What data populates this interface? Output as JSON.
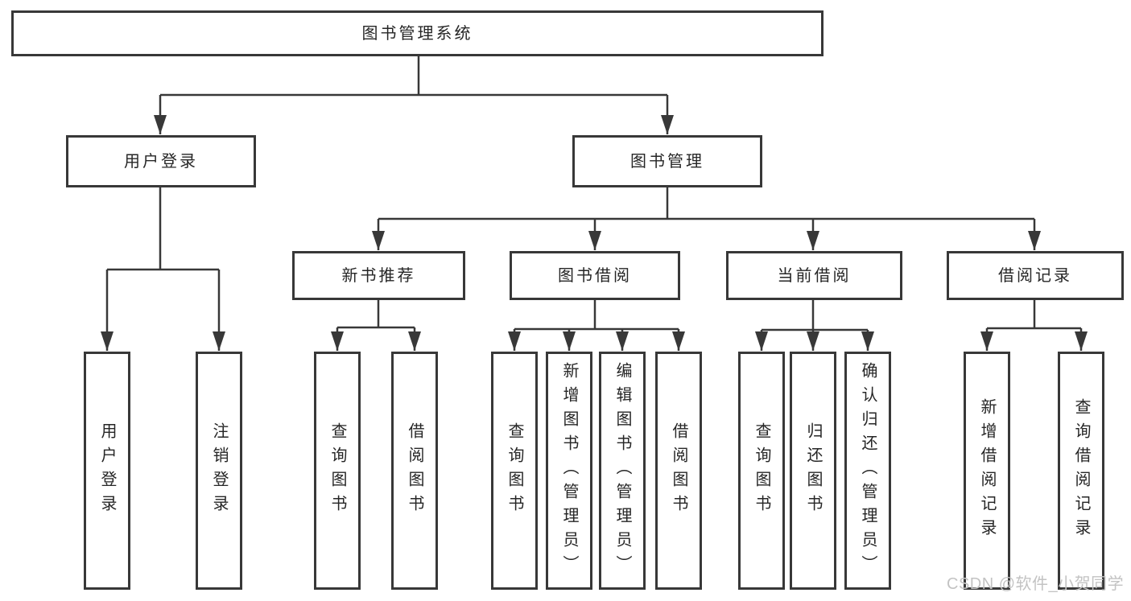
{
  "diagram_title": "图书管理系统",
  "tree": {
    "label": "图书管理系统",
    "children": [
      {
        "label": "用户登录",
        "children": [
          {
            "label": "用户登录"
          },
          {
            "label": "注销登录"
          }
        ]
      },
      {
        "label": "图书管理",
        "children": [
          {
            "label": "新书推荐",
            "children": [
              {
                "label": "查询图书"
              },
              {
                "label": "借阅图书"
              }
            ]
          },
          {
            "label": "图书借阅",
            "children": [
              {
                "label": "查询图书"
              },
              {
                "label": "新增图书（管理员）"
              },
              {
                "label": "编辑图书（管理员）"
              },
              {
                "label": "借阅图书"
              }
            ]
          },
          {
            "label": "当前借阅",
            "children": [
              {
                "label": "查询图书"
              },
              {
                "label": "归还图书"
              },
              {
                "label": "确认归还（管理员）"
              }
            ]
          },
          {
            "label": "借阅记录",
            "children": [
              {
                "label": "新增借阅记录"
              },
              {
                "label": "查询借阅记录"
              }
            ]
          }
        ]
      }
    ]
  },
  "watermark": {
    "text": "CSDN @软件_小贺同学"
  },
  "colors": {
    "background": "#ffffff",
    "line": "#383838",
    "box_border": "#383838",
    "text": "#262626",
    "watermark": "#c3c3c3"
  }
}
